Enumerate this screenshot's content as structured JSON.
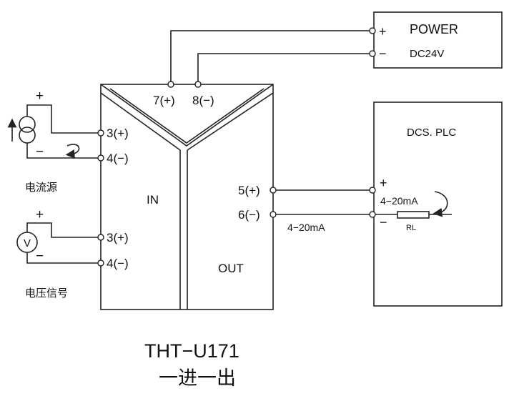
{
  "power": {
    "title": "POWER",
    "voltage": "DC24V",
    "plus": "+",
    "minus": "−"
  },
  "module": {
    "top_terminals": [
      "7(+)",
      "8(−)"
    ],
    "in_label": "IN",
    "out_label": "OUT",
    "input_current_terminals": [
      "3(+)",
      "4(−)"
    ],
    "input_voltage_terminals": [
      "3(+)",
      "4(−)"
    ],
    "output_terminals": [
      "5(+)",
      "6(−)"
    ]
  },
  "current_source": {
    "label": "电流源",
    "plus": "+",
    "minus": "−"
  },
  "voltage_source": {
    "label": "电压信号",
    "symbol": "V",
    "plus": "+",
    "minus": "−"
  },
  "dcs": {
    "title": "DCS. PLC",
    "plus": "+",
    "minus": "−",
    "loop_current": "4−20mA",
    "load_resistor": "RL"
  },
  "output_wire_label": "4−20mA",
  "model": {
    "code": "THT−U171",
    "description": "一进一出"
  }
}
